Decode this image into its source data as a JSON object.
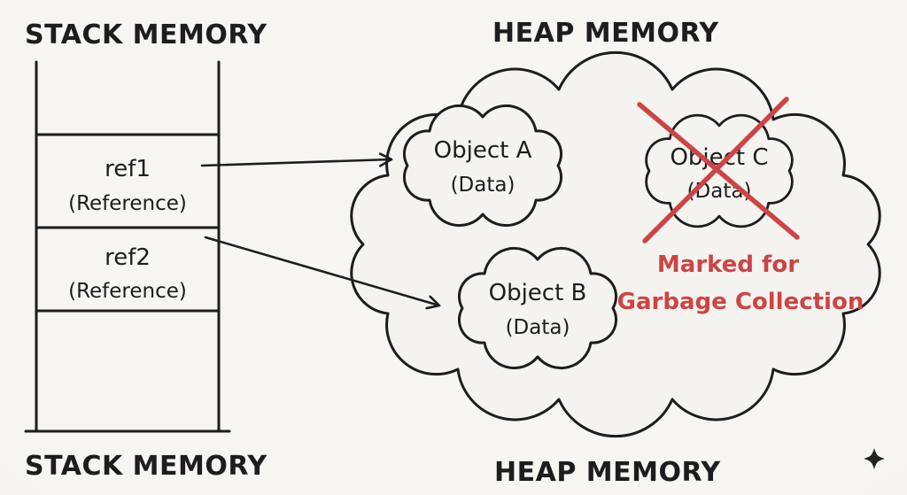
{
  "diagram": {
    "stack": {
      "title_top": "STACK MEMORY",
      "title_bottom": "STACK MEMORY",
      "cells": [
        {
          "name": "ref1",
          "type": "(Reference)"
        },
        {
          "name": "ref2",
          "type": "(Reference)"
        }
      ]
    },
    "heap": {
      "title_top": "HEAP MEMORY",
      "title_bottom": "HEAP MEMORY",
      "objects": [
        {
          "title": "Object A",
          "subtitle": "(Data)"
        },
        {
          "title": "Object B",
          "subtitle": "(Data)"
        },
        {
          "title": "Object C",
          "subtitle": "(Data)"
        }
      ],
      "gc_label_line1": "Marked for",
      "gc_label_line2": "Garbage Collection"
    },
    "arrows": [
      {
        "from": "ref1",
        "to": "Object A"
      },
      {
        "from": "ref2",
        "to": "Object B"
      }
    ],
    "colors": {
      "ink": "#1d1d1f",
      "red": "#cd4444",
      "background": "#f2f1ec"
    },
    "icons": {
      "sparkle": "✦"
    }
  }
}
